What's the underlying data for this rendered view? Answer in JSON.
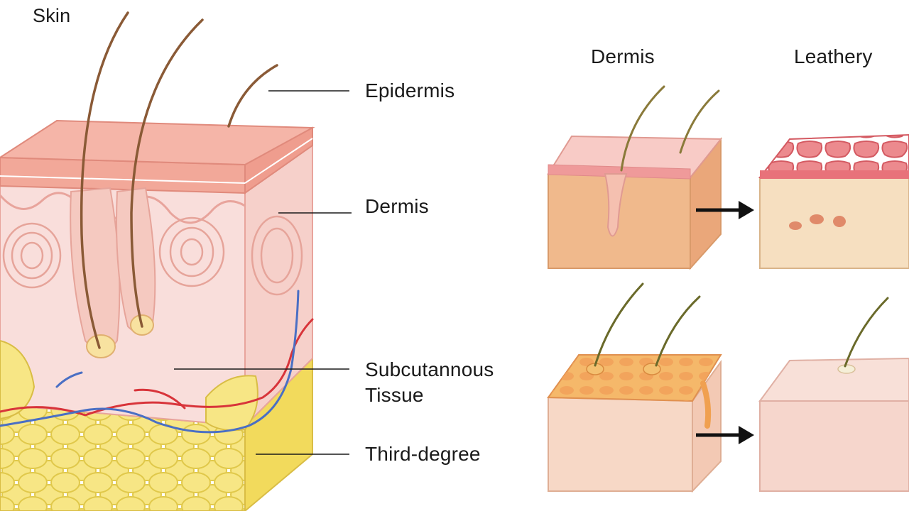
{
  "title": "Skin",
  "labels": {
    "epidermis": "Epidermis",
    "dermis": "Dermis",
    "subcutaneous_line1": "Subcutannous",
    "subcutaneous_line2": "Tissue",
    "third_degree": "Third-degree"
  },
  "columns": {
    "left": "Dermis",
    "right": "Leathery"
  },
  "colors": {
    "epidermis": "#f2a899",
    "dermis": "#f9dedb",
    "fat": "#f5e27a",
    "vein": "#4a6fc4",
    "artery": "#d8343a",
    "hair": "#8a5a36",
    "tan_block": "#f0b98c",
    "leathery_top": "#e8727a",
    "burnt_top": "#f0a050",
    "pale_block": "#f6d6cc"
  },
  "icons": [
    "arrow-right-icon",
    "arrow-right-icon"
  ]
}
